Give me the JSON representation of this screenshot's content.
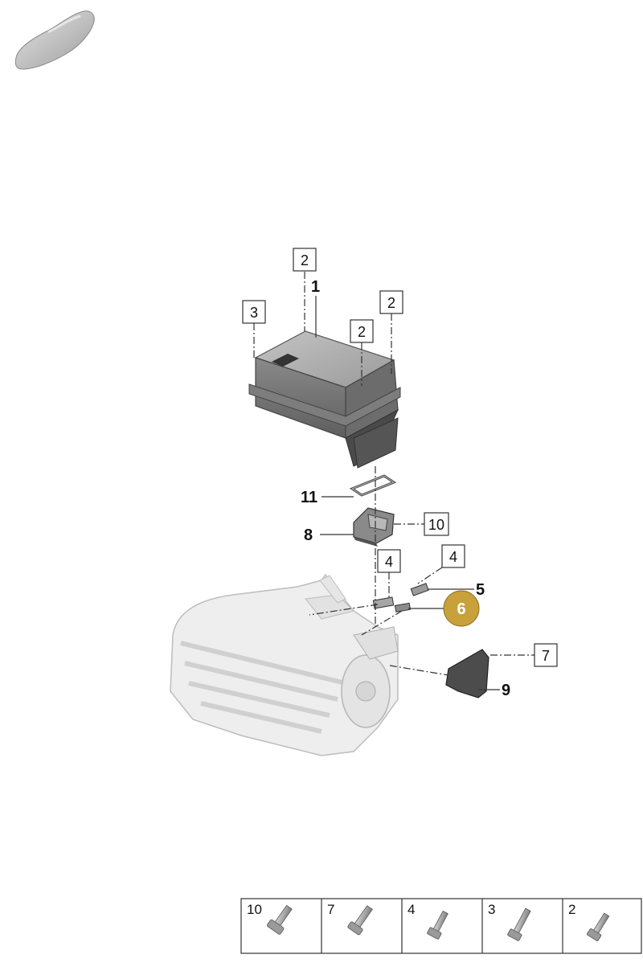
{
  "diagram": {
    "bold_callouts": {
      "p1": "1",
      "p5": "5",
      "p8": "8",
      "p9": "9",
      "p11": "11"
    },
    "boxed_callouts": {
      "b2_top": "2",
      "b2_right": "2",
      "b2_mid": "2",
      "b3": "3",
      "b10": "10",
      "b4_left": "4",
      "b4_right": "4",
      "b7": "7"
    },
    "highlight_callout": {
      "label": "6",
      "color": "#c9a13a"
    },
    "icons": {
      "car": "car-silhouette-icon",
      "fastener": "bolt-icon"
    }
  },
  "legend": {
    "cells": [
      {
        "label": "10"
      },
      {
        "label": "7"
      },
      {
        "label": "4"
      },
      {
        "label": "3"
      },
      {
        "label": "2"
      }
    ]
  }
}
